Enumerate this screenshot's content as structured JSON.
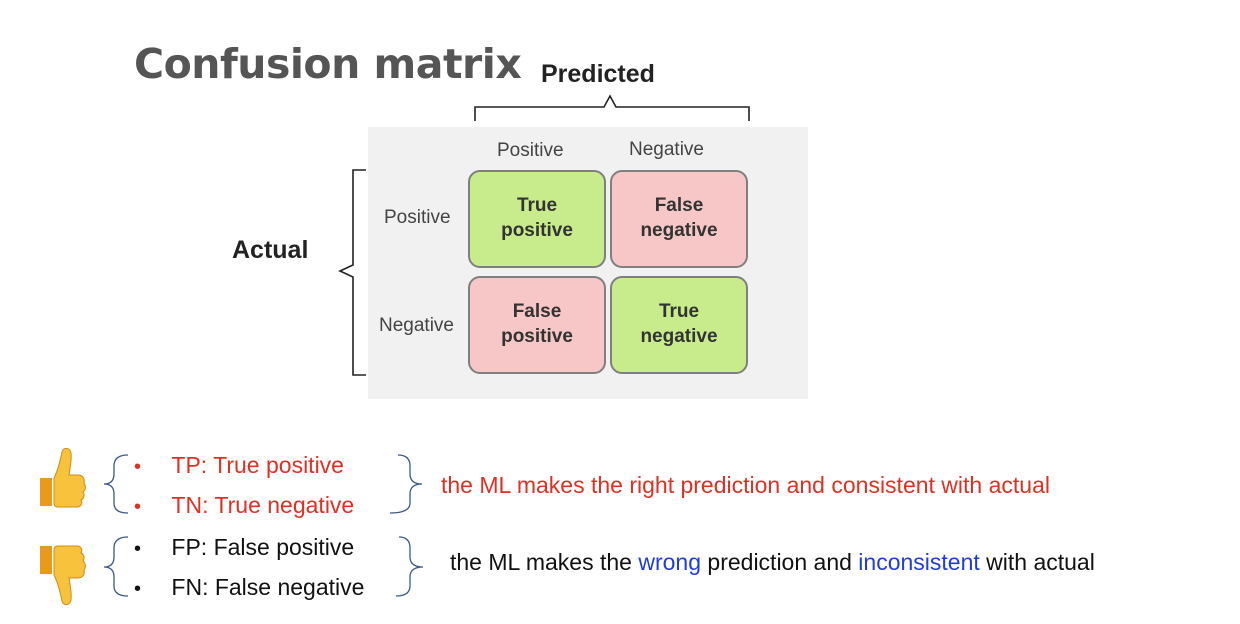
{
  "title": "Confusion matrix",
  "axis": {
    "predicted": "Predicted",
    "actual": "Actual"
  },
  "columns": [
    "Positive",
    "Negative"
  ],
  "rows": [
    "Positive",
    "Negative"
  ],
  "cells": [
    {
      "line1": "True",
      "line2": "positive",
      "color": "#c8ec8c"
    },
    {
      "line1": "False",
      "line2": "negative",
      "color": "#f6c7c6"
    },
    {
      "line1": "False",
      "line2": "positive",
      "color": "#f6c7c6"
    },
    {
      "line1": "True",
      "line2": "negative",
      "color": "#c8ec8c"
    }
  ],
  "good": {
    "icon": "thumbs-up-icon",
    "color": "#e03023",
    "items": [
      "TP: True positive",
      "TN: True negative"
    ],
    "description": "the ML makes the right prediction and consistent with actual"
  },
  "bad": {
    "icon": "thumbs-down-icon",
    "items": [
      "FP: False positive",
      "FN: False negative"
    ],
    "desc_parts": [
      "the ML makes the ",
      "wrong",
      " prediction and ",
      "inconsistent",
      " with actual"
    ],
    "highlight_color": "#1f3cdd"
  }
}
